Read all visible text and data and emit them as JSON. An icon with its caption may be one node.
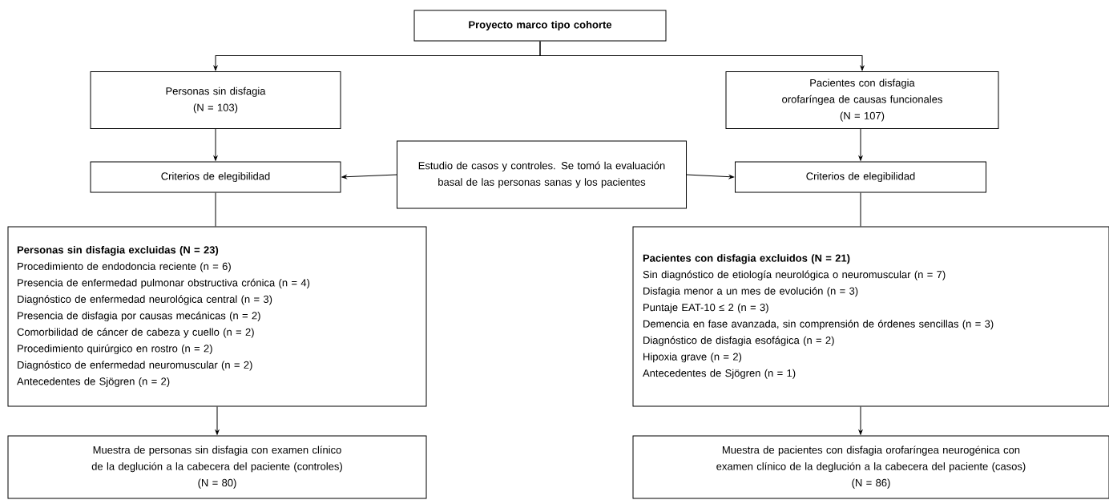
{
  "diagram": {
    "nodes": [
      {
        "text": [
          "Proyecto marco tipo cohorte"
        ]
      },
      {
        "text": [
          "Personas sin disfagia",
          "(N = 103)"
        ]
      },
      {
        "text": [
          "Pacientes con disfagia orofaríngea de causas funcionales",
          "(N = 107)"
        ]
      },
      {
        "text": [
          "Criterios de elegibilidad"
        ]
      },
      {
        "text": [
          "Estudio de casos y controles. Se tomó la evaluación basal de las personas sanas y los pacientes"
        ]
      },
      {
        "text": [
          "Criterios de elegibilidad"
        ]
      },
      {
        "text": [
          "Personas sin disfagia excluidas (N = 23)",
          "Procedimiento de endodoncia reciente (n = 6)",
          "Presencia de enfermedad pulmonar obstructiva crónica (n = 4)",
          "Diagnóstico de enfermedad neurológica central (n = 3)",
          "Presencia de disfagia por causas mecánicas (n = 2)",
          "Comorbilidad de cáncer de cabeza y cuello (n = 2)",
          "Procedimiento quirúrgico en rostro (n = 2)",
          "Diagnóstico de enfermedad neuromuscular (n = 2)",
          "Antecedentes de Sjögren (n = 2)"
        ]
      },
      {
        "text": [
          "Pacientes con disfagia excluidos (N = 21)",
          "Sin diagnóstico de etiología neurológica o neuromuscular (n = 7)",
          "Disfagia menor a un mes de evolución (n = 3)",
          "Puntaje EAT-10 ≤ 2 (n = 3)",
          "Demencia en fase avanzada, sin comprensión de órdenes sencillas (n = 3)",
          "Diagnóstico de disfagia esofágica (n = 2)",
          "Hipoxia grave (n = 2)",
          "Antecedentes de Sjögren (n = 1)"
        ]
      },
      {
        "text": [
          "Muestra de personas sin disfagia con examen clínico de la deglución a la cabecera del paciente (controles)",
          "(N = 80)"
        ]
      },
      {
        "text": [
          "Muestra de pacientes con disfagia orofaríngea neurogénica con examen clínico de la deglución a la cabecera del paciente (casos)",
          "(N = 86)"
        ]
      }
    ],
    "edges": [
      {
        "from": 0,
        "to": 1,
        "arrow": "to"
      },
      {
        "from": 0,
        "to": 2,
        "arrow": "to"
      },
      {
        "from": 1,
        "to": 3,
        "arrow": "to"
      },
      {
        "from": 2,
        "to": 5,
        "arrow": "to"
      },
      {
        "from": 4,
        "to": 3,
        "arrow": "to"
      },
      {
        "from": 4,
        "to": 5,
        "arrow": "to"
      },
      {
        "from": 3,
        "to": 6,
        "arrow": "none"
      },
      {
        "from": 5,
        "to": 7,
        "arrow": "none"
      },
      {
        "from": 6,
        "to": 8,
        "arrow": "to"
      },
      {
        "from": 7,
        "to": 9,
        "arrow": "to"
      }
    ]
  }
}
